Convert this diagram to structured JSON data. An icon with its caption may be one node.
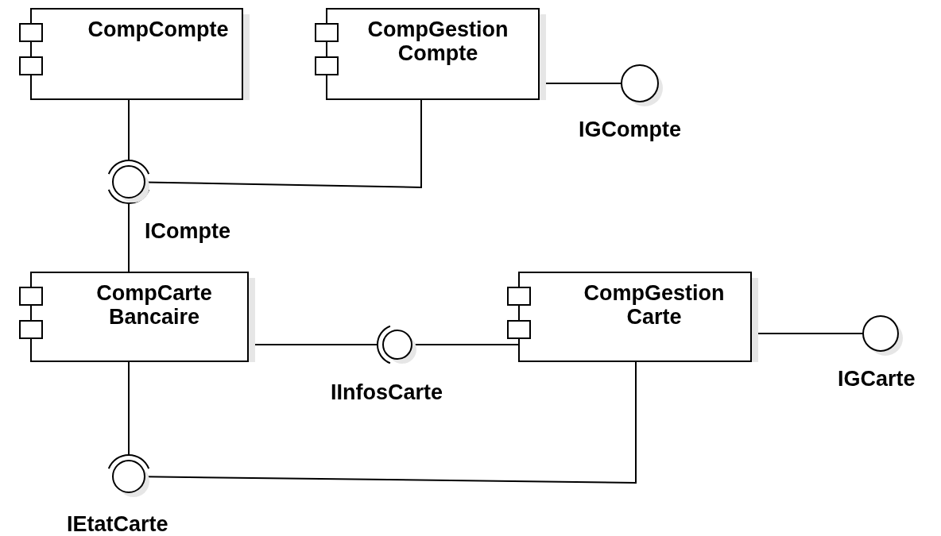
{
  "diagram": {
    "nodes": [
      {
        "text": [
          "CompCompte"
        ]
      },
      {
        "text": [
          "CompGestion Compte"
        ]
      },
      {
        "text": [
          "IGCompte"
        ]
      },
      {
        "text": [
          "ICompte"
        ]
      },
      {
        "text": [
          "CompCarte Bancaire"
        ]
      },
      {
        "text": [
          "IInfosCarte"
        ]
      },
      {
        "text": [
          "CompGestion Carte"
        ]
      },
      {
        "text": [
          "IGCarte"
        ]
      },
      {
        "text": [
          "IEtatCarte"
        ]
      }
    ],
    "edges": [
      {
        "from": 1,
        "to": 2,
        "arrow": "none"
      },
      {
        "from": 0,
        "to": 3,
        "arrow": "other"
      },
      {
        "from": 1,
        "to": 3,
        "arrow": "none"
      },
      {
        "from": 4,
        "to": 3,
        "arrow": "other"
      },
      {
        "from": 4,
        "to": 5,
        "arrow": "other"
      },
      {
        "from": 6,
        "to": 5,
        "arrow": "none"
      },
      {
        "from": 6,
        "to": 7,
        "arrow": "none"
      },
      {
        "from": 4,
        "to": 8,
        "arrow": "other"
      },
      {
        "from": 6,
        "to": 8,
        "arrow": "none"
      }
    ]
  }
}
